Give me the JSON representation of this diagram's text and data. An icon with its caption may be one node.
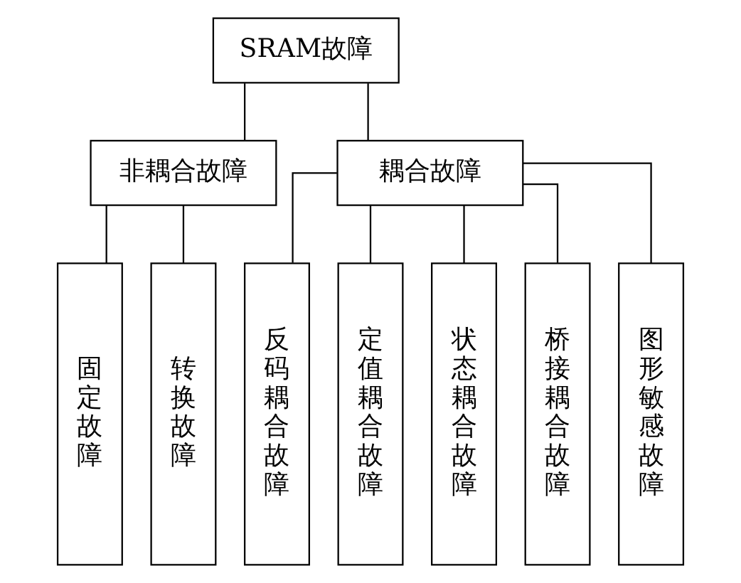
{
  "diagram": {
    "nodes": [
      {
        "text": [
          "SRAM故障"
        ]
      },
      {
        "text": [
          "非耦合故障"
        ]
      },
      {
        "text": [
          "耦合故障"
        ]
      },
      {
        "text": [
          "固定故障"
        ]
      },
      {
        "text": [
          "转换故障"
        ]
      },
      {
        "text": [
          "反码耦合故障"
        ]
      },
      {
        "text": [
          "定值耦合故障"
        ]
      },
      {
        "text": [
          "状态耦合故障"
        ]
      },
      {
        "text": [
          "桥接耦合故障"
        ]
      },
      {
        "text": [
          "图形敏感故障"
        ]
      }
    ],
    "edges": [
      {
        "from": 0,
        "to": 1,
        "arrow": "none"
      },
      {
        "from": 0,
        "to": 2,
        "arrow": "none"
      },
      {
        "from": 1,
        "to": 3,
        "arrow": "none"
      },
      {
        "from": 1,
        "to": 4,
        "arrow": "none"
      },
      {
        "from": 2,
        "to": 5,
        "arrow": "none"
      },
      {
        "from": 2,
        "to": 6,
        "arrow": "none"
      },
      {
        "from": 2,
        "to": 7,
        "arrow": "none"
      },
      {
        "from": 2,
        "to": 8,
        "arrow": "none"
      },
      {
        "from": 2,
        "to": 9,
        "arrow": "none"
      }
    ]
  }
}
